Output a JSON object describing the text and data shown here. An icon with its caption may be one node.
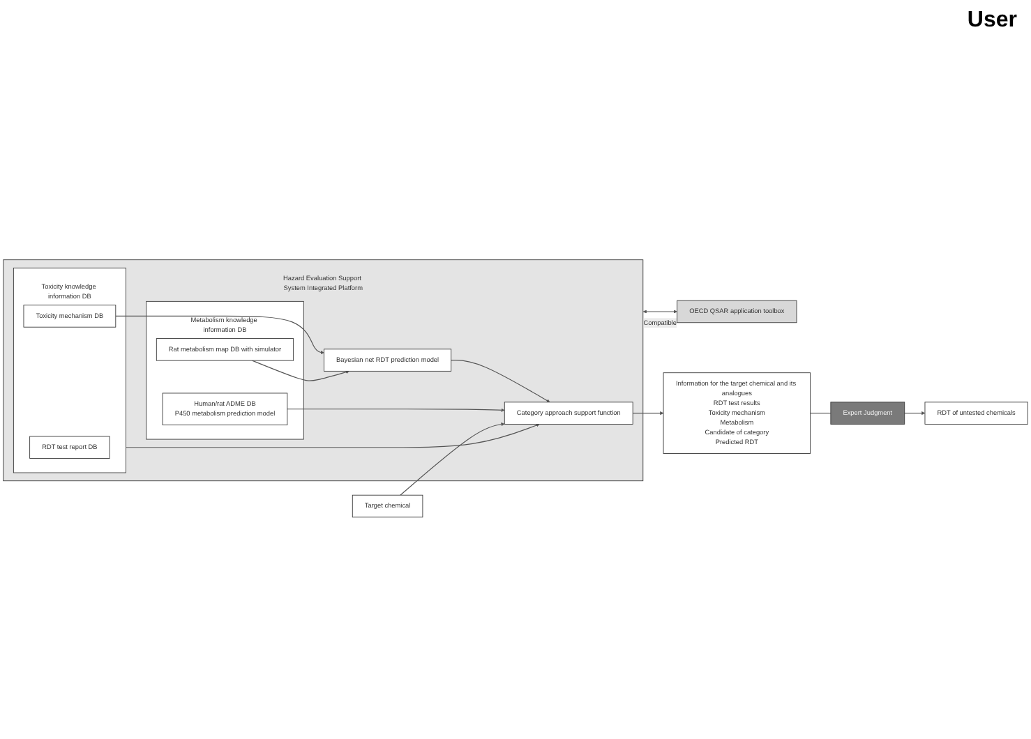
{
  "diagram": {
    "nodes": [
      {
        "text": [
          "Hazard Evaluation Support System Integrated Platform"
        ]
      },
      {
        "text": [
          "Toxicity knowledge information DB"
        ],
        "in": 0
      },
      {
        "text": [
          "RDT test report DB"
        ],
        "in": 1
      },
      {
        "text": [
          "Toxicity mechanism DB"
        ],
        "in": 1
      },
      {
        "text": [
          "Metabolism knowledge information DB"
        ],
        "in": 0
      },
      {
        "text": [
          "Rat metabolism map DB with simulator"
        ],
        "in": 4
      },
      {
        "text": [
          "Human/rat ADME DB",
          "P450 metabolism prediction model"
        ],
        "in": 4
      },
      {
        "text": [
          "Bayesian net RDT prediction model"
        ],
        "in": 0
      },
      {
        "text": [
          "Category approach support function"
        ],
        "in": 0
      },
      {
        "text": [
          "OECD QSAR application toolbox"
        ]
      },
      {
        "text": [
          "Target chemical"
        ]
      },
      {
        "text": [
          "Information for the target chemical and its analogues",
          "RDT test results",
          "Toxicity mechanism",
          "Metabolism",
          "Candidate of category",
          "Predicted RDT"
        ]
      },
      {
        "text": [
          "Expert Judgment"
        ]
      },
      {
        "text": [
          "RDT of untested chemicals"
        ]
      }
    ],
    "edges": [
      {
        "from": 1,
        "to": 8,
        "arrow": "to"
      },
      {
        "from": 3,
        "to": 7,
        "arrow": "to"
      },
      {
        "from": 5,
        "to": 7,
        "arrow": "to"
      },
      {
        "from": 7,
        "to": 8,
        "arrow": "to"
      },
      {
        "from": 6,
        "to": 8,
        "arrow": "to"
      },
      {
        "from": 10,
        "to": 8,
        "arrow": "to"
      },
      {
        "from": 8,
        "to": 11,
        "arrow": "to"
      },
      {
        "from": 11,
        "to": 12,
        "arrow": "none"
      },
      {
        "from": 12,
        "to": 13,
        "arrow": "to"
      },
      {
        "from": 0,
        "to": 9,
        "arrow": "both",
        "label": "Compatible"
      }
    ],
    "labels": [
      "User"
    ]
  }
}
